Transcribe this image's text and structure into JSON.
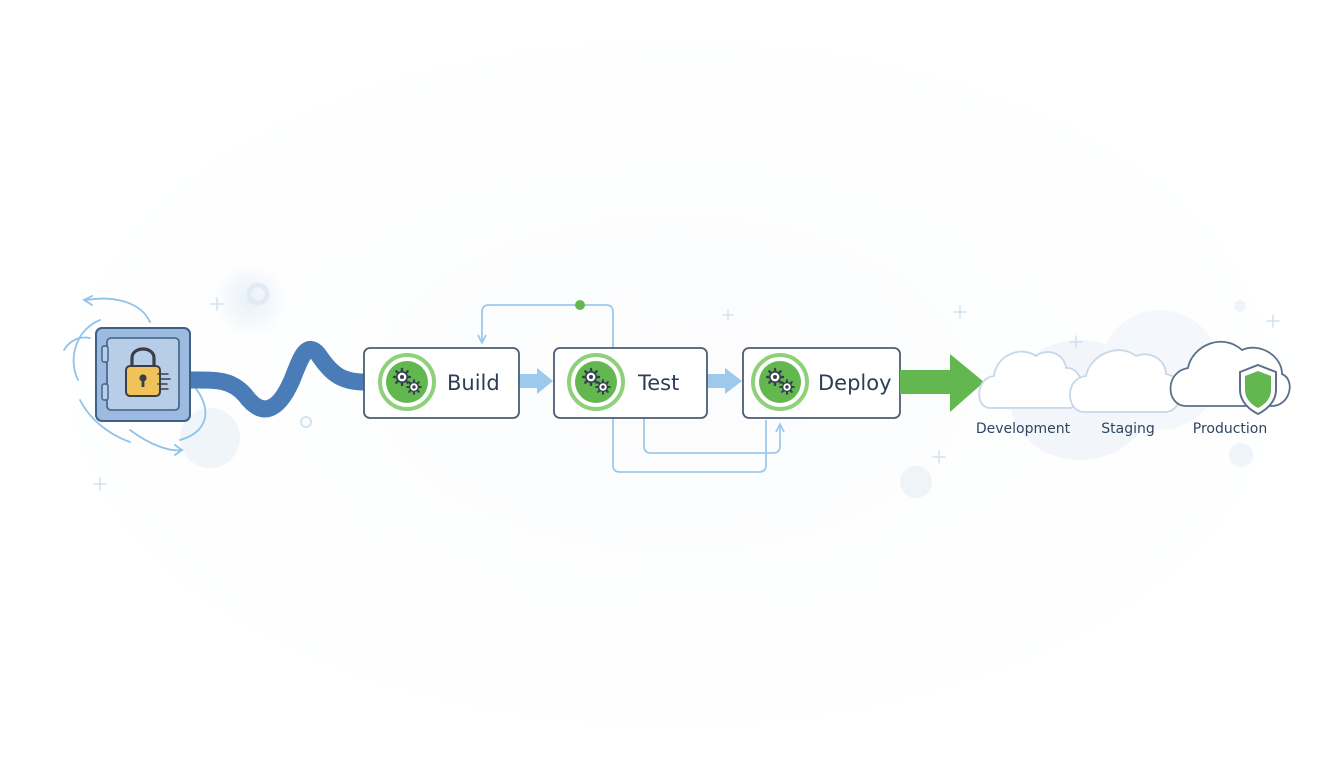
{
  "pipeline": {
    "stages": [
      {
        "label": "Build",
        "icon": "gears-icon"
      },
      {
        "label": "Test",
        "icon": "gears-icon"
      },
      {
        "label": "Deploy",
        "icon": "gears-icon"
      }
    ],
    "source_icon": "vault-lock-icon"
  },
  "environments": [
    {
      "label": "Development",
      "icon": "cloud-icon"
    },
    {
      "label": "Staging",
      "icon": "cloud-icon"
    },
    {
      "label": "Production",
      "icon": "cloud-shield-icon"
    }
  ],
  "colors": {
    "pipe": "#4a7db8",
    "box_border": "#4b5d74",
    "accent_green": "#62b84e",
    "flow_light_blue": "#9cc9ec",
    "cloud_outline": "#c6d8e8",
    "production_outline": "#5a7089",
    "vault": "#9dbbe0",
    "lock": "#f0c25a"
  }
}
